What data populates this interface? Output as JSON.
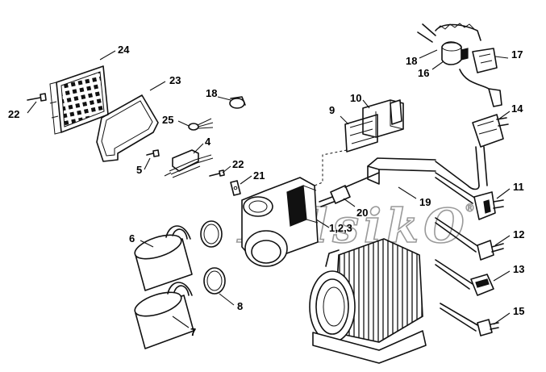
{
  "watermark": {
    "text": "PylsikO",
    "registered_mark": "®"
  },
  "callouts": {
    "c24": "24",
    "c23": "23",
    "c22a": "22",
    "c18a": "18",
    "c25": "25",
    "c4": "4",
    "c5": "5",
    "c22b": "22",
    "c21": "21",
    "c10": "10",
    "c9": "9",
    "c18b": "18",
    "c16": "16",
    "c17": "17",
    "c14": "14",
    "c19": "19",
    "c20": "20",
    "c123": "1,2,3",
    "c11": "11",
    "c12": "12",
    "c13": "13",
    "c15": "15",
    "c6": "6",
    "c7": "7",
    "c8": "8"
  }
}
